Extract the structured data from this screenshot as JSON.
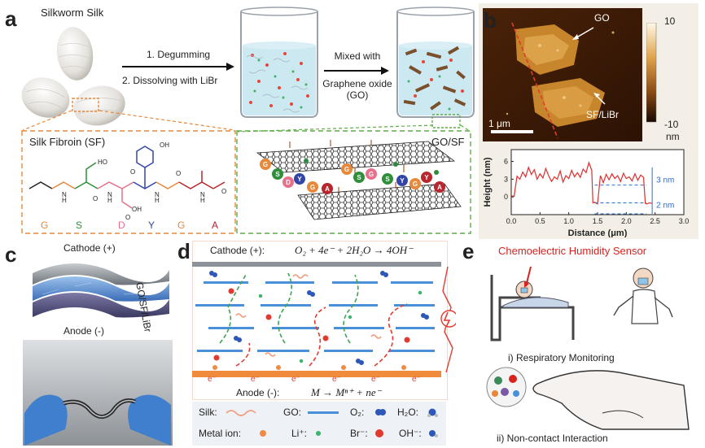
{
  "figure": {
    "panel_a": {
      "letter": "a",
      "source_label": "Silkworm Silk",
      "step1": "1. Degumming",
      "step2": "2. Dissolving with LiBr",
      "mix_label_1": "Mixed with",
      "mix_label_2": "Graphene oxide",
      "mix_label_3": "(GO)",
      "sf_title": "Silk Fibroin (SF)",
      "composite_title": "GO/SF",
      "amino_acids": [
        "G",
        "S",
        "D",
        "Y",
        "G",
        "A"
      ],
      "amino_colors": [
        "#e8883a",
        "#2f8f3a",
        "#e8708a",
        "#3346a8",
        "#e8883a",
        "#b8262e"
      ],
      "hydroxyl": "OH"
    },
    "panel_b": {
      "letter": "b",
      "go_label": "GO",
      "sflibr_label": "SF/LiBr",
      "scalebar_label": "1 μm",
      "colorbar_max": "10",
      "colorbar_min": "-10",
      "colorbar_unit": "nm",
      "height_3nm": "3 nm",
      "height_2nm": "2 nm"
    },
    "panel_c": {
      "letter": "c",
      "cathode_label": "Cathode (+)",
      "anode_label": "Anode (-)",
      "side_label": "GO/SF/LiBr"
    },
    "panel_d": {
      "letter": "d",
      "cathode_prefix": "Cathode (+):",
      "cathode_equation": "O₂ + 4e⁻ + 2H₂O → 4OH⁻",
      "anode_prefix": "Anode (-):",
      "anode_equation": "M → Mⁿ⁺ + ne⁻",
      "electron_label": "e⁻",
      "legend": {
        "silk": "Silk:",
        "go": "GO:",
        "o2": "O₂:",
        "h2o": "H₂O:",
        "metal_ion": "Metal ion:",
        "li": "Li⁺:",
        "br": "Br⁻:",
        "oh": "OH⁻:"
      }
    },
    "panel_e": {
      "letter": "e",
      "title": "Chemoelectric Humidity Sensor",
      "item1": "i) Respiratory Monitoring",
      "item2": "ii) Non-contact Interaction"
    },
    "colors": {
      "accent_orange": "#e8883a",
      "accent_green": "#5fae45",
      "accent_red": "#d8221f",
      "go_blue": "#4a90d9",
      "silk_gray": "#b8b8b8"
    }
  },
  "chart_data": {
    "type": "line",
    "title": "",
    "xlabel": "Distance (μm)",
    "ylabel": "Height (nm)",
    "xlim": [
      0,
      3.0
    ],
    "ylim": [
      -3,
      8
    ],
    "x_ticks": [
      "0.0",
      "0.5",
      "1.0",
      "1.5",
      "2.0",
      "2.5",
      "3.0"
    ],
    "y_ticks": [
      "0",
      "3",
      "6"
    ],
    "grid": false,
    "series": [
      {
        "x": [
          0.0,
          0.05,
          0.1,
          0.15,
          0.2,
          0.25,
          0.3,
          0.35,
          0.4,
          0.45,
          0.5,
          0.55,
          0.6,
          0.65,
          0.7,
          0.75,
          0.8,
          0.85,
          0.9,
          0.95,
          1.0,
          1.05,
          1.1,
          1.15,
          1.2,
          1.25,
          1.3,
          1.35,
          1.4,
          1.42,
          1.45,
          1.5,
          1.55,
          1.6,
          1.65,
          1.7,
          1.75,
          1.8,
          1.85,
          1.9,
          1.95,
          2.0,
          2.05,
          2.1,
          2.15,
          2.2,
          2.25,
          2.3,
          2.33,
          2.36,
          2.4,
          2.45
        ],
        "y": [
          0.2,
          0.1,
          3.5,
          3.0,
          4.2,
          3.4,
          5.0,
          3.8,
          4.6,
          3.0,
          3.9,
          3.2,
          4.8,
          3.6,
          2.6,
          3.4,
          3.0,
          4.4,
          2.5,
          3.6,
          3.1,
          4.5,
          3.4,
          4.1,
          3.3,
          4.7,
          4.1,
          5.8,
          4.5,
          -1.0,
          -0.9,
          -1.2,
          3.6,
          2.4,
          3.8,
          2.9,
          3.9,
          3.1,
          3.6,
          2.6,
          4.0,
          3.1,
          3.4,
          2.7,
          3.9,
          2.8,
          3.7,
          3.3,
          -1.1,
          -1.2,
          -1.0,
          -1.1
        ]
      }
    ],
    "annotations": [
      "3 nm",
      "2 nm"
    ]
  }
}
